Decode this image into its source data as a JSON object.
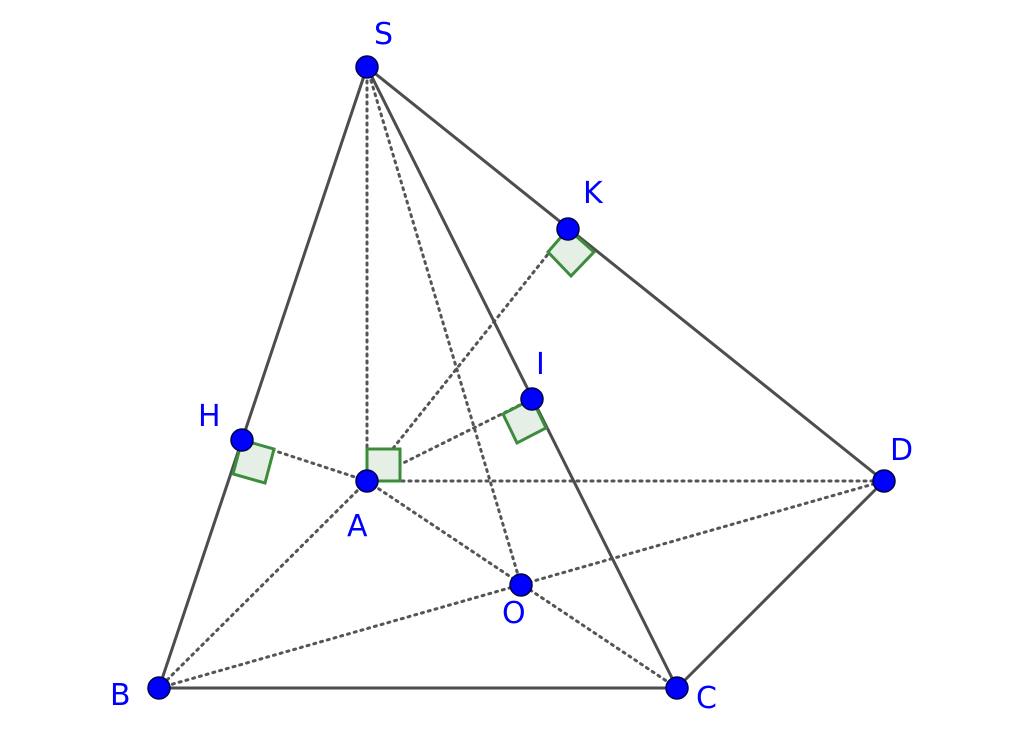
{
  "figure": {
    "points": [
      {
        "id": "S",
        "label": "S",
        "color": "#0000ff"
      },
      {
        "id": "K",
        "label": "K",
        "color": "#0000ff"
      },
      {
        "id": "I",
        "label": "I",
        "color": "#0000ff"
      },
      {
        "id": "H",
        "label": "H",
        "color": "#0000ff"
      },
      {
        "id": "A",
        "label": "A",
        "color": "#0000ff"
      },
      {
        "id": "D",
        "label": "D",
        "color": "#0000ff"
      },
      {
        "id": "O",
        "label": "O",
        "color": "#0000ff"
      },
      {
        "id": "B",
        "label": "B",
        "color": "#0000ff"
      },
      {
        "id": "C",
        "label": "C",
        "color": "#0000ff"
      }
    ],
    "solid_edges": [
      "SB",
      "SC",
      "SD",
      "BC",
      "CD"
    ],
    "dotted_edges": [
      "SA",
      "SO",
      "AB",
      "AC",
      "AD",
      "BD",
      "AH",
      "AK",
      "AI"
    ],
    "right_angles": [
      "H",
      "A",
      "I",
      "K"
    ],
    "colors": {
      "point": "#0000ff",
      "solid_edge": "#4d4d4d",
      "dotted_edge": "#555555",
      "right_angle_stroke": "#3c8c3c",
      "right_angle_fill": "#e6efe6"
    }
  }
}
